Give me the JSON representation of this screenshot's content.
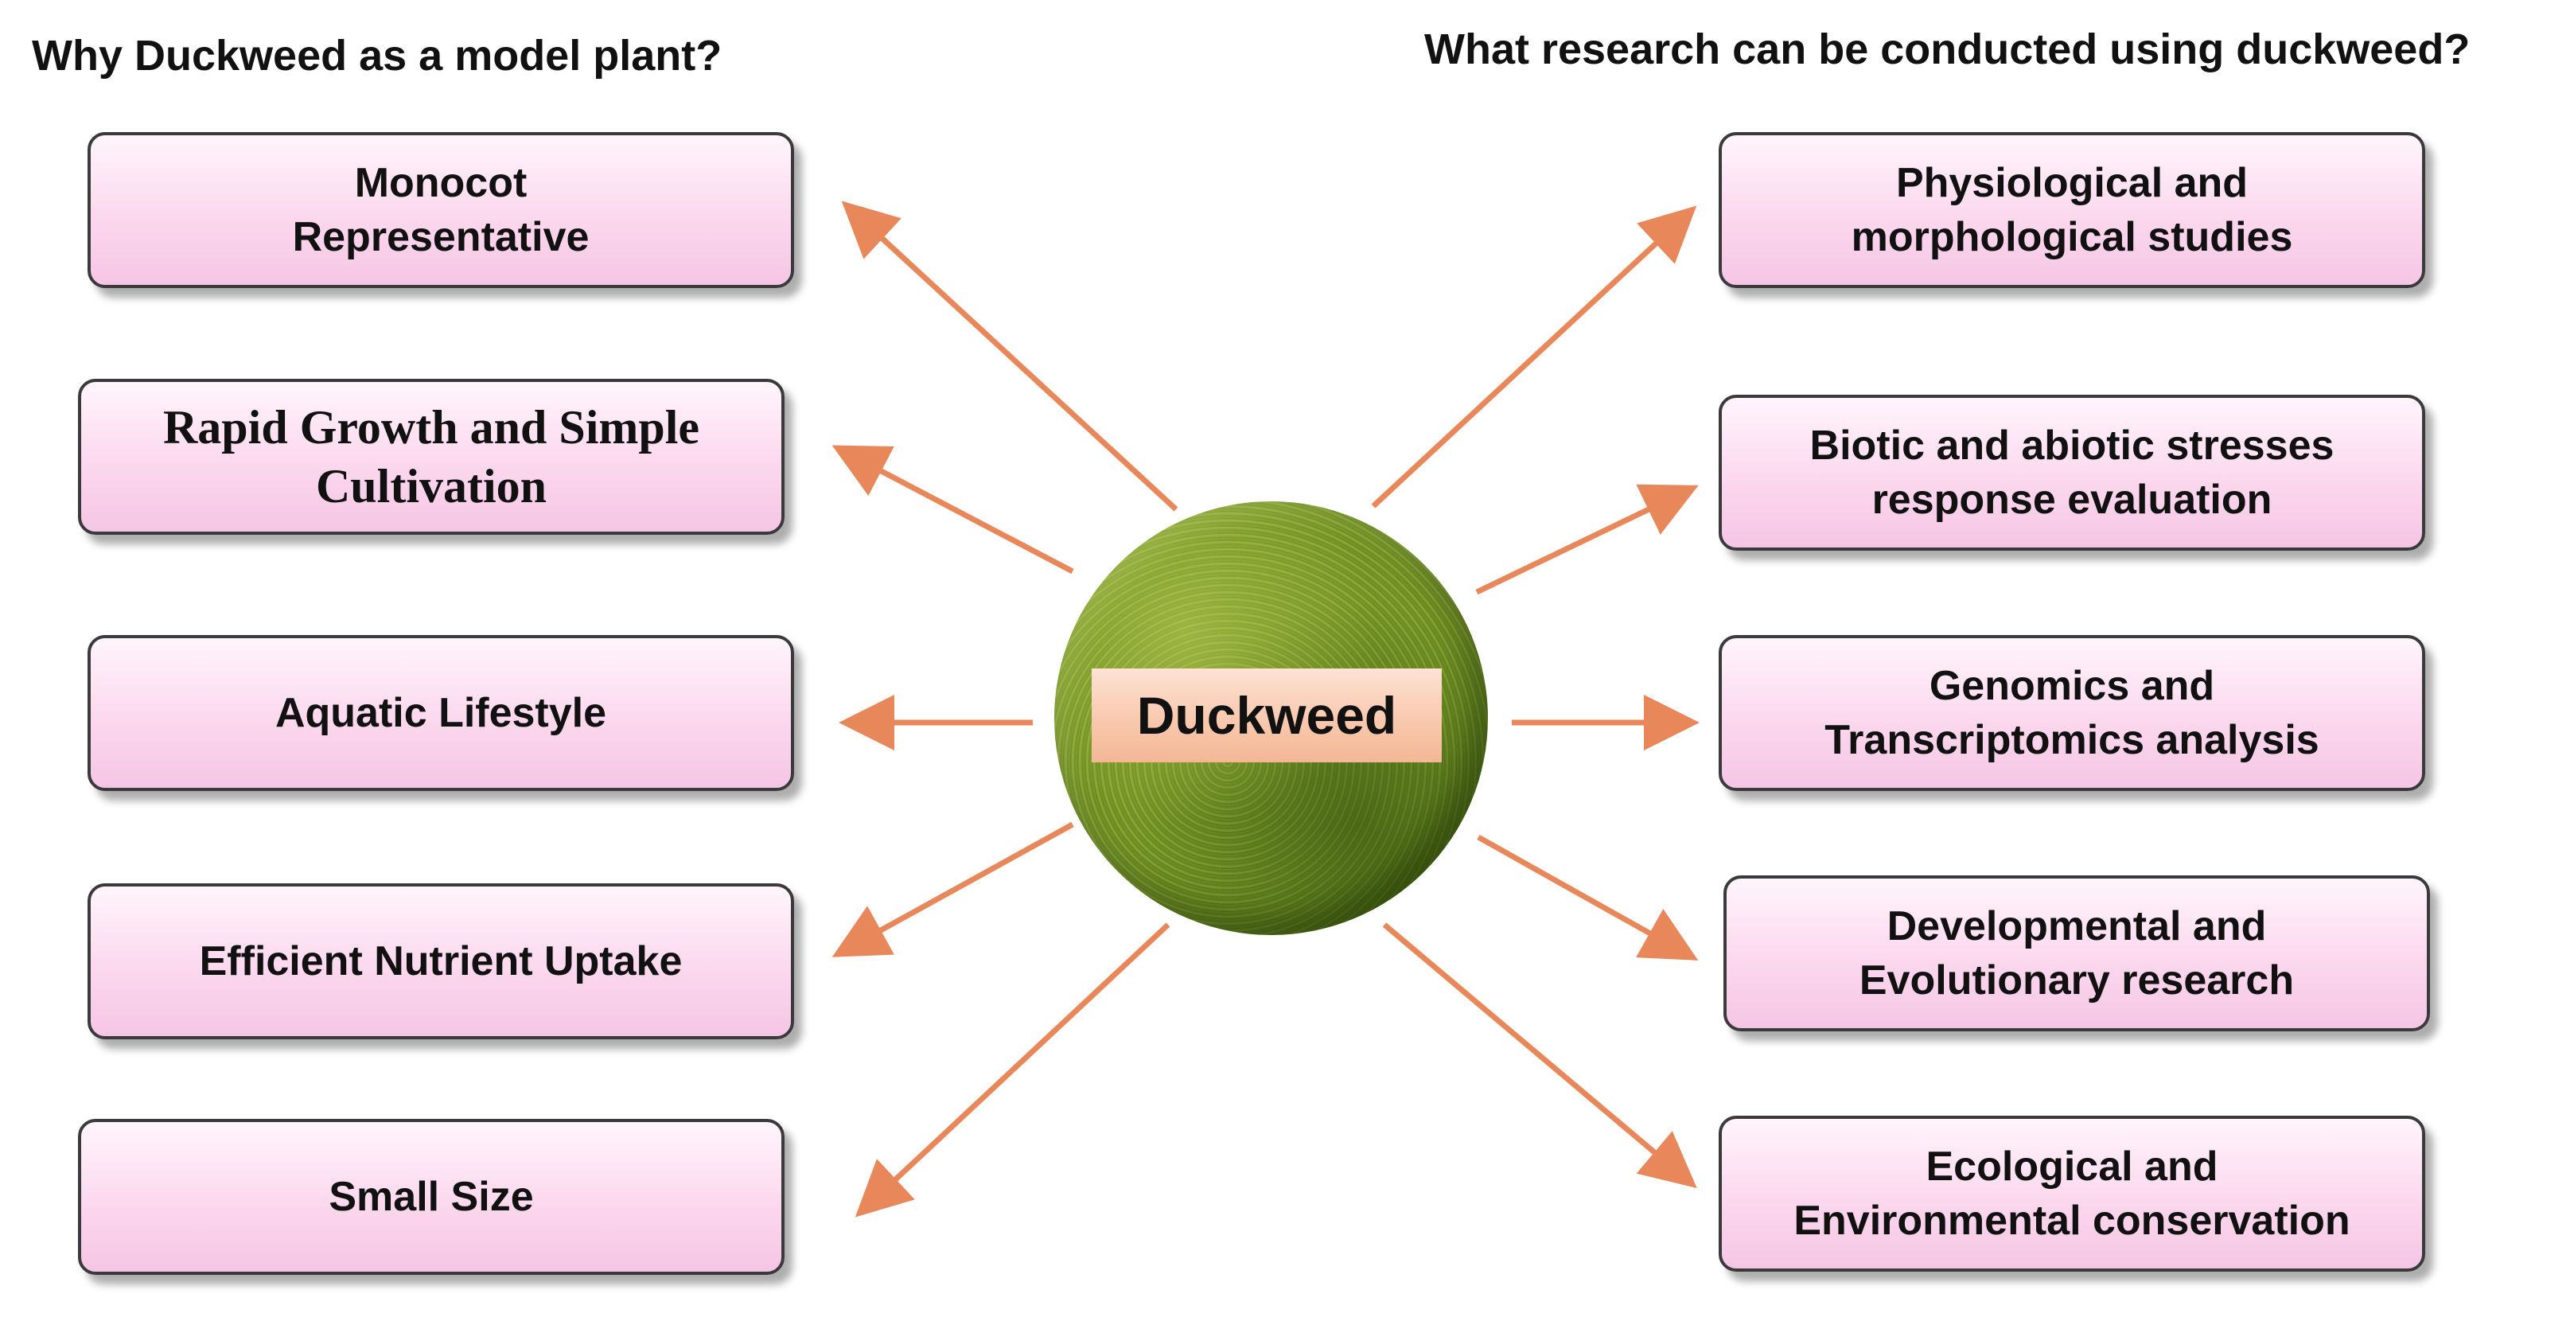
{
  "headings": {
    "left": "Why Duckweed as a model plant?",
    "right": "What research can be conducted using duckweed?"
  },
  "center": {
    "label": "Duckweed"
  },
  "left_items": [
    "Monocot\nRepresentative",
    "Rapid Growth and Simple\nCultivation",
    "Aquatic Lifestyle",
    "Efficient Nutrient Uptake",
    "Small Size"
  ],
  "right_items": [
    "Physiological and\nmorphological studies",
    "Biotic and abiotic stresses\nresponse evaluation",
    "Genomics and\nTranscriptomics analysis",
    "Developmental and\nEvolutionary research",
    "Ecological and\nEnvironmental conservation"
  ],
  "colors": {
    "arrow": "#e8875a",
    "box_fill": "#fbd8ee",
    "box_border": "#3a3a3a",
    "hub_green": "#6f8f26",
    "hub_label_fill": "#f8c7ac"
  }
}
